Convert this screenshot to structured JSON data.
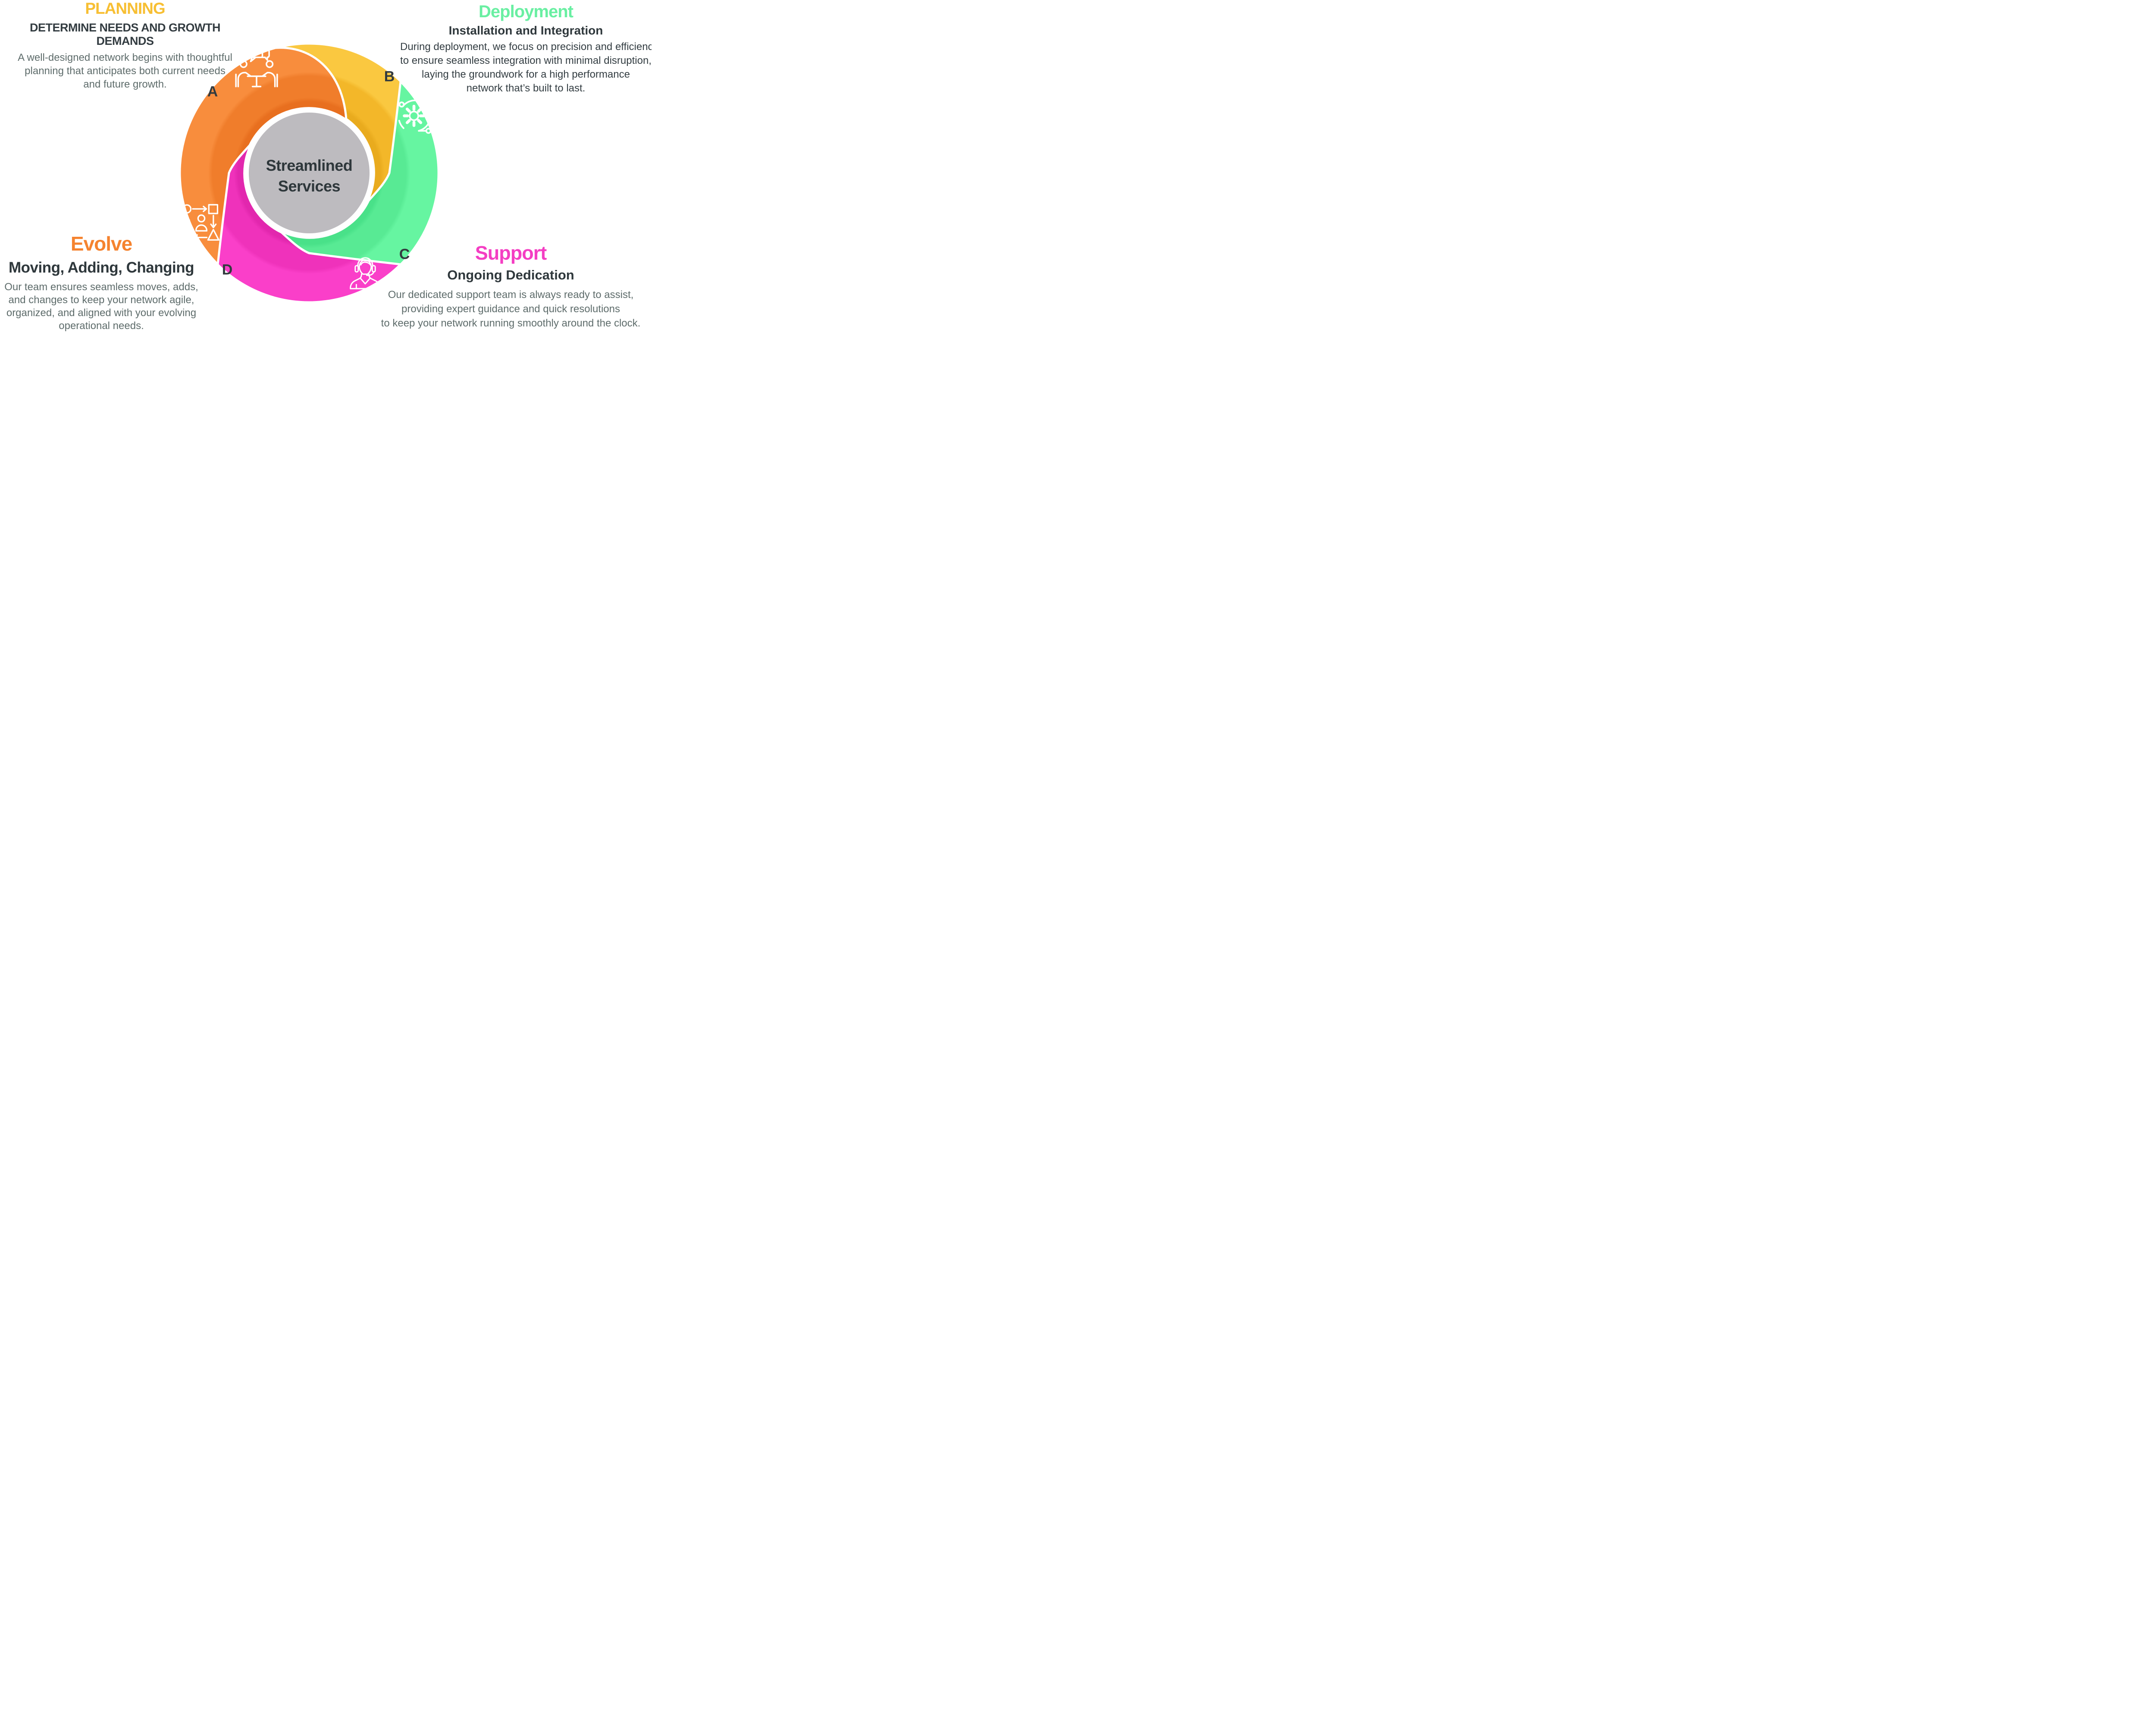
{
  "diagram": {
    "center": {
      "title_line1": "Streamlined",
      "title_line2": "Services"
    },
    "sections": [
      {
        "id": "planning",
        "letter": "A",
        "title": "PLANNING",
        "subtitle": "DETERMINE NEEDS AND GROWTH DEMANDS",
        "body": [
          "A well-designed network begins with thoughtful",
          "planning that anticipates both current needs",
          "and future growth."
        ],
        "icon": "meeting-discussion-icon"
      },
      {
        "id": "deployment",
        "letter": "B",
        "title": "Deployment",
        "subtitle": "Installation and Integration",
        "body": [
          "During deployment, we focus on precision and efficiency",
          "to ensure seamless integration with minimal disruption,",
          "laying the groundwork for a high performance",
          "network that’s built to last."
        ],
        "icon": "agile-process-gear-icon"
      },
      {
        "id": "support",
        "letter": "C",
        "title": "Support",
        "subtitle": "Ongoing Dedication",
        "body": [
          "Our dedicated support team is always ready to assist,",
          "providing expert guidance and quick resolutions",
          "to keep your network running smoothly around the clock."
        ],
        "icon": "support-agent-headset-icon"
      },
      {
        "id": "evolve",
        "letter": "D",
        "title": "Evolve",
        "subtitle": "Moving, Adding, Changing",
        "body": [
          "Our team ensures seamless moves, adds,",
          "and changes to keep your network agile,",
          "organized, and aligned with your evolving",
          "operational needs."
        ],
        "icon": "workflow-change-icon"
      }
    ],
    "colors": {
      "yellow_main": "#FAC840",
      "yellow_mid": "#F3B729",
      "yellow_dark": "#E9AB1E",
      "green_main": "#66F5A1",
      "green_mid": "#58EA94",
      "green_dark": "#49E189",
      "pink_main": "#FA3FC9",
      "pink_mid": "#EF32BB",
      "pink_dark": "#E227AE",
      "orange_main": "#F88D3D",
      "orange_mid": "#F07D2B",
      "orange_dark": "#E86F1F",
      "center_circle": "#BDBBBF",
      "ring_white": "#FFFFFF",
      "dark_text": "#333B3F",
      "body_gray_text": "#5E6C6B"
    }
  }
}
